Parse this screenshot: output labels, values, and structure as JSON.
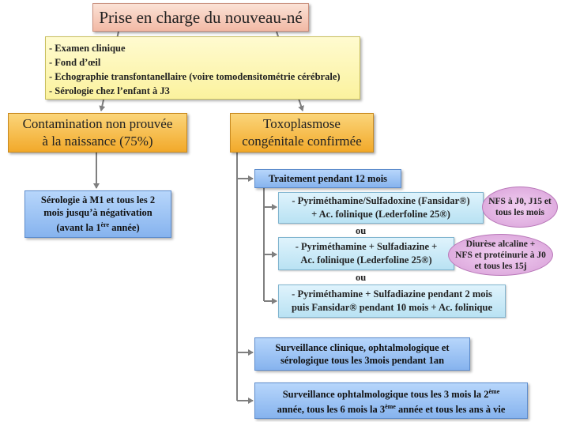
{
  "title": "Prise en charge du nouveau-né",
  "exams": [
    "- Examen clinique",
    "- Fond d’œil",
    "- Echographie transfontanellaire (voire tomodensitométrie cérébrale)",
    "- Sérologie chez l’enfant à J3"
  ],
  "left_branch": {
    "header_line1": "Contamination non prouvée",
    "header_line2": "à la naissance (75%)",
    "serology_line1": "Sérologie à M1 et tous les 2",
    "serology_line2": "mois jusqu’à négativation",
    "serology_line3_pre": "(avant la 1",
    "serology_line3_sup": "ère",
    "serology_line3_post": " année)"
  },
  "right_branch": {
    "header_line1": "Toxoplasmose",
    "header_line2": "congénitale confirmée",
    "treatment": "Traitement pendant 12 mois",
    "option1_line1": "- Pyriméthamine/Sulfadoxine (Fansidar®)",
    "option1_line2": "+ Ac. folinique (Lederfoline 25®)",
    "option1_note_line1": "NFS à J0, J15 et",
    "option1_note_line2": "tous les mois",
    "or1": "ou",
    "option2_line1": "- Pyriméthamine + Sulfadiazine +",
    "option2_line2": "Ac. folinique (Lederfoline 25®)",
    "option2_note_line1": "Diurèse alcaline +",
    "option2_note_line2": "NFS et protéinurie à J0",
    "option2_note_line3": "et tous les 15j",
    "or2": "ou",
    "option3_line1": "- Pyriméthamine + Sulfadiazine pendant 2 mois",
    "option3_line2": "puis Fansidar® pendant 10 mois + Ac. folinique",
    "surveillance1_line1": "Surveillance clinique, ophtalmologique et",
    "surveillance1_line2": "sérologique tous les 3mois pendant 1an",
    "surveillance2_line1_pre": "Surveillance ophtalmologique tous les 3 mois la 2",
    "surveillance2_line1_sup": "ème",
    "surveillance2_line2_a": "année, tous les 6 mois la 3",
    "surveillance2_line2_sup": "ème",
    "surveillance2_line2_b": " année et tous les ans à vie"
  },
  "colors": {
    "title_fill": "#f2b9a5",
    "exams_fill": "#fbf29e",
    "header_fill": "#f2a92a",
    "blue_fill": "#86b3ee",
    "lightblue_fill": "#b9e2f3",
    "note_fill": "#d79ed7",
    "connector": "#7f7f7f"
  }
}
